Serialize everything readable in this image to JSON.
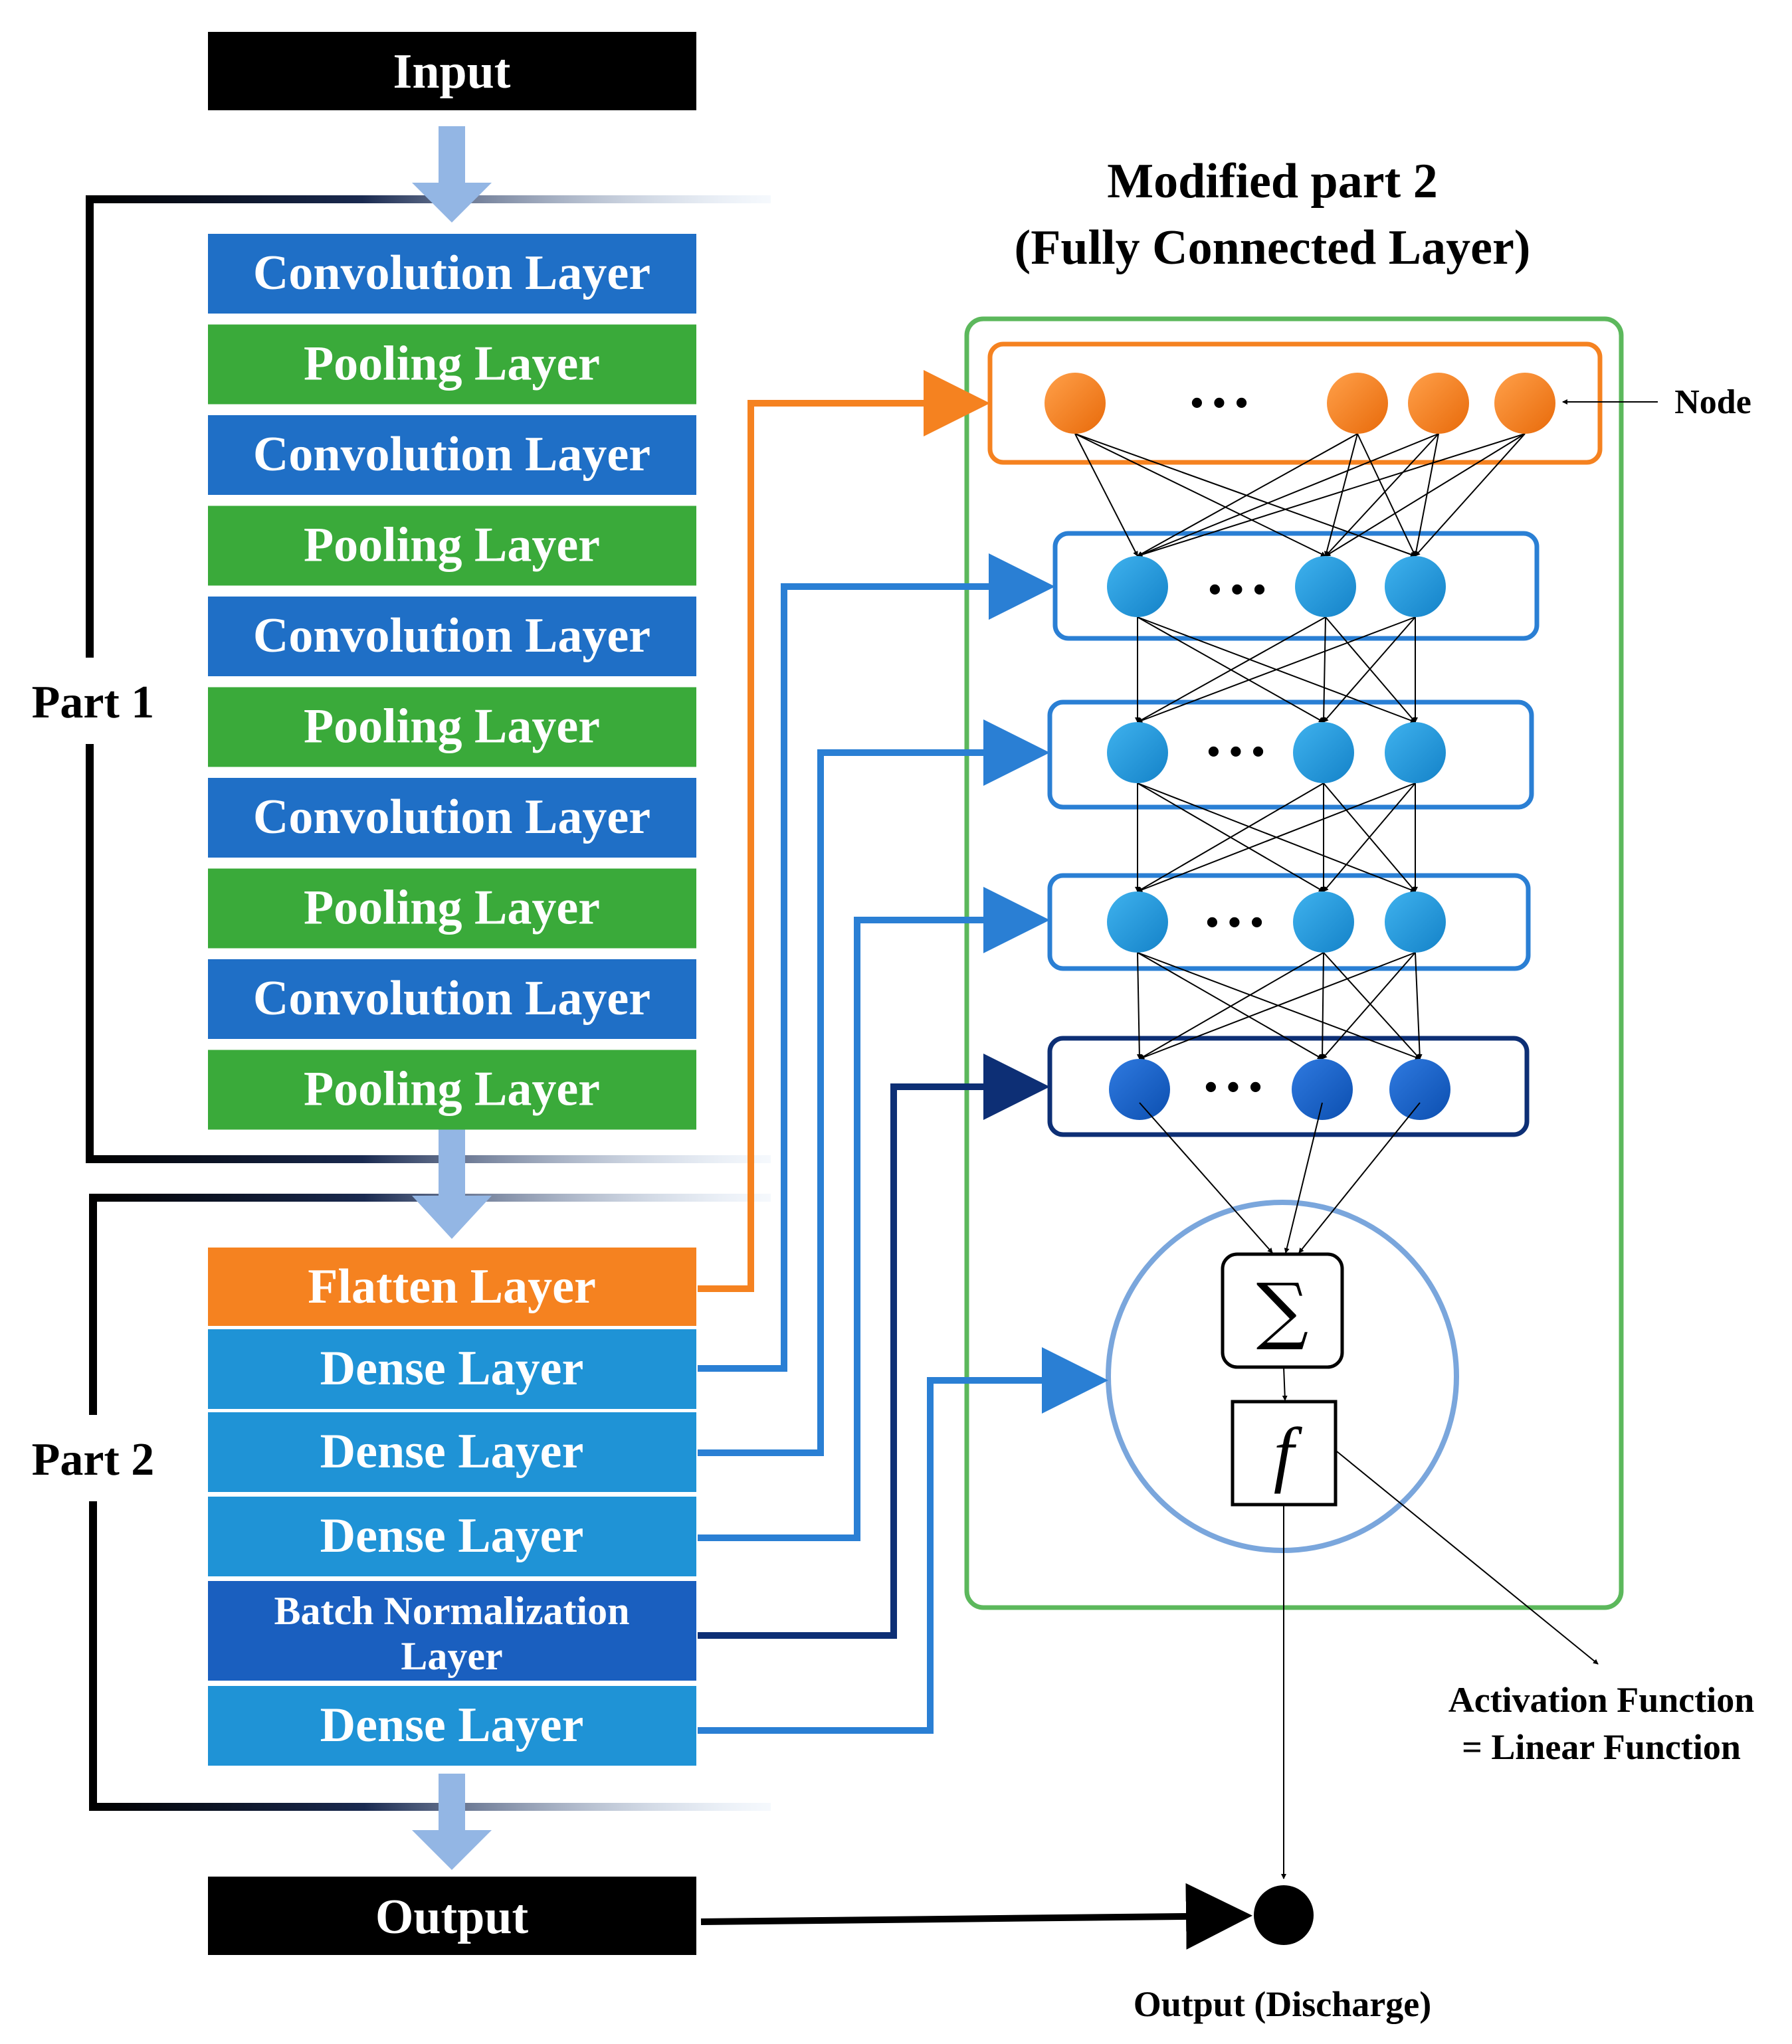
{
  "left_column": {
    "input_label": "Input",
    "output_label": "Output",
    "part1_label": "Part 1",
    "part2_label": "Part 2",
    "part1_layers": [
      {
        "label": "Convolution Layer",
        "kind": "conv"
      },
      {
        "label": "Pooling Layer",
        "kind": "pool"
      },
      {
        "label": "Convolution Layer",
        "kind": "conv"
      },
      {
        "label": "Pooling Layer",
        "kind": "pool"
      },
      {
        "label": "Convolution Layer",
        "kind": "conv"
      },
      {
        "label": "Pooling Layer",
        "kind": "pool"
      },
      {
        "label": "Convolution Layer",
        "kind": "conv"
      },
      {
        "label": "Pooling Layer",
        "kind": "pool"
      },
      {
        "label": "Convolution Layer",
        "kind": "conv"
      },
      {
        "label": "Pooling Layer",
        "kind": "pool"
      }
    ],
    "part2_layers": [
      {
        "label": "Flatten Layer",
        "kind": "flatten"
      },
      {
        "label": "Dense Layer",
        "kind": "dense"
      },
      {
        "label": "Dense Layer",
        "kind": "dense"
      },
      {
        "label": "Dense Layer",
        "kind": "dense"
      },
      {
        "label": "Batch Normalization",
        "label2": "Layer",
        "kind": "batchnorm"
      },
      {
        "label": "Dense Layer",
        "kind": "dense"
      }
    ]
  },
  "right_panel": {
    "title_line1": "Modified part 2",
    "title_line2": "(Fully Connected Layer)",
    "node_label": "Node",
    "ellipsis": "• • •",
    "sum_symbol": "∑",
    "func_symbol": "f",
    "activation_line1": "Activation Function",
    "activation_line2": "= Linear Function",
    "output_label": "Output (Discharge)"
  },
  "colors": {
    "conv": "#1f6fc6",
    "pool": "#3aaa3a",
    "flatten": "#f58220",
    "dense": "#1f93d6",
    "batchnorm": "#1a5fbf",
    "black_box": "#000000",
    "panel_border": "#5cb85c",
    "orange": "#f58220",
    "blue_line": "#2a7fd4",
    "navy_line": "#0d2f75",
    "neuron_circle": "#7aa6dc",
    "flow_arrow": "#93b6e4"
  }
}
